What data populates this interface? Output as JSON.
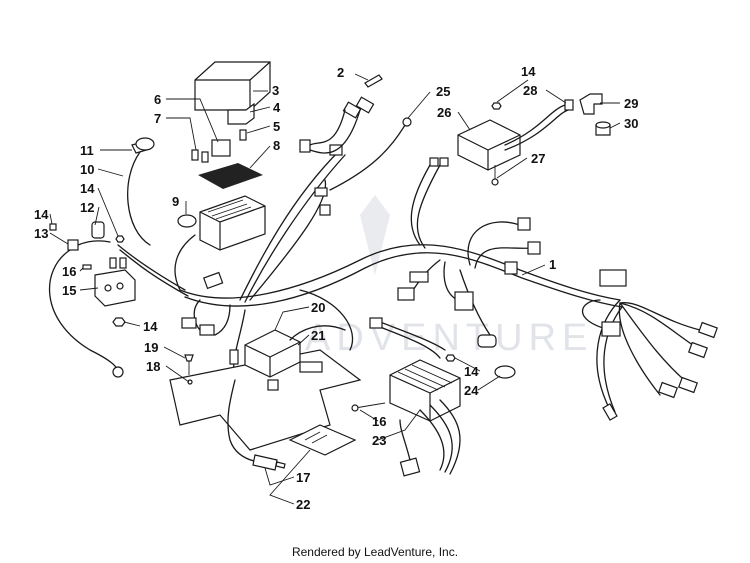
{
  "diagram": {
    "watermark": "ADVENTURE",
    "credit": "Rendered by LeadVenture, Inc.",
    "callouts": {
      "c1": "1",
      "c2": "2",
      "c3": "3",
      "c4": "4",
      "c5": "5",
      "c6": "6",
      "c7": "7",
      "c8": "8",
      "c9": "9",
      "c10": "10",
      "c11": "11",
      "c12": "12",
      "c13": "13",
      "c14a": "14",
      "c14b": "14",
      "c14c": "14",
      "c14d": "14",
      "c14e": "14",
      "c15": "15",
      "c16a": "16",
      "c16b": "16",
      "c17": "17",
      "c18": "18",
      "c19": "19",
      "c20": "20",
      "c21": "21",
      "c22": "22",
      "c23": "23",
      "c24": "24",
      "c25": "25",
      "c26": "26",
      "c27": "27",
      "c28": "28",
      "c29": "29",
      "c30": "30"
    }
  }
}
